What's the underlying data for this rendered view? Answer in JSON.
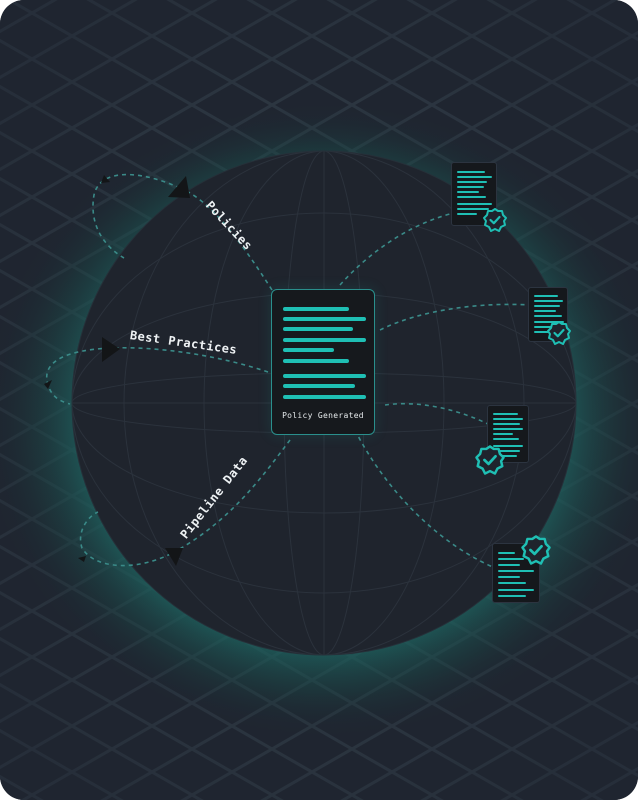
{
  "diagram": {
    "title": "Policy generation diagram",
    "colors": {
      "background": "#1f2530",
      "grid_line": "#2f3a45",
      "globe_fill": "#1f242d",
      "glow": "#1e5f5a",
      "accent": "#1fbfb4",
      "card_border": "#2a8f8c",
      "label_text": "#eef2f4",
      "arrow": "#131517"
    },
    "inputs": [
      {
        "label": "Policies",
        "icon": "arrow-triangle-icon"
      },
      {
        "label": "Best Practices",
        "icon": "arrow-triangle-icon"
      },
      {
        "label": "Pipeline Data",
        "icon": "arrow-triangle-icon"
      }
    ],
    "center": {
      "caption": "Policy Generated",
      "icon": "document-icon"
    },
    "outputs": [
      {
        "name": "approved-document-1",
        "icon": "document-check-icon",
        "status": "verified"
      },
      {
        "name": "approved-document-2",
        "icon": "document-check-icon",
        "status": "verified"
      },
      {
        "name": "approved-document-3",
        "icon": "document-check-icon",
        "status": "verified"
      },
      {
        "name": "approved-document-4",
        "icon": "document-check-icon",
        "status": "verified"
      }
    ]
  }
}
